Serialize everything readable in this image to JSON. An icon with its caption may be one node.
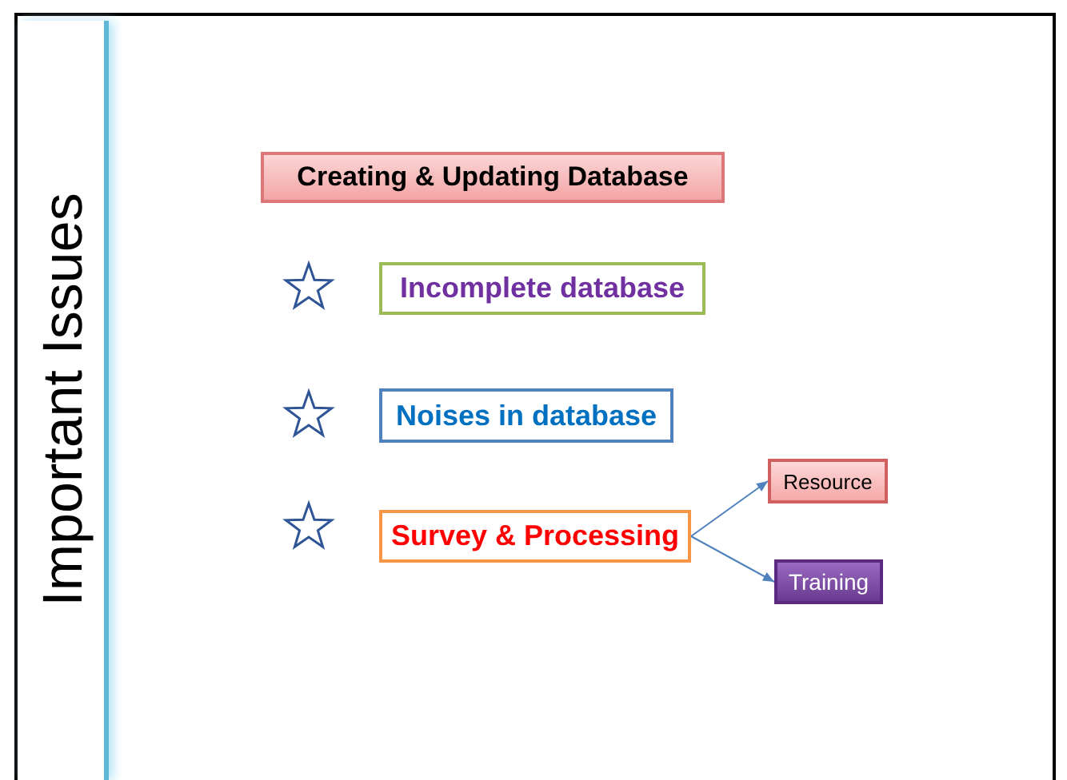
{
  "diagram": {
    "title": "Important Issues",
    "nodes": [
      {
        "text": [
          "Creating & Updating Database"
        ]
      },
      {
        "text": [
          "Incomplete database"
        ]
      },
      {
        "text": [
          "Noises in database"
        ]
      },
      {
        "text": [
          "Survey & Processing"
        ]
      },
      {
        "text": [
          "Resource"
        ]
      },
      {
        "text": [
          "Training"
        ]
      }
    ],
    "edges": [
      {
        "from": 3,
        "to": 4,
        "arrow": "to"
      },
      {
        "from": 3,
        "to": 5,
        "arrow": "to"
      }
    ]
  }
}
